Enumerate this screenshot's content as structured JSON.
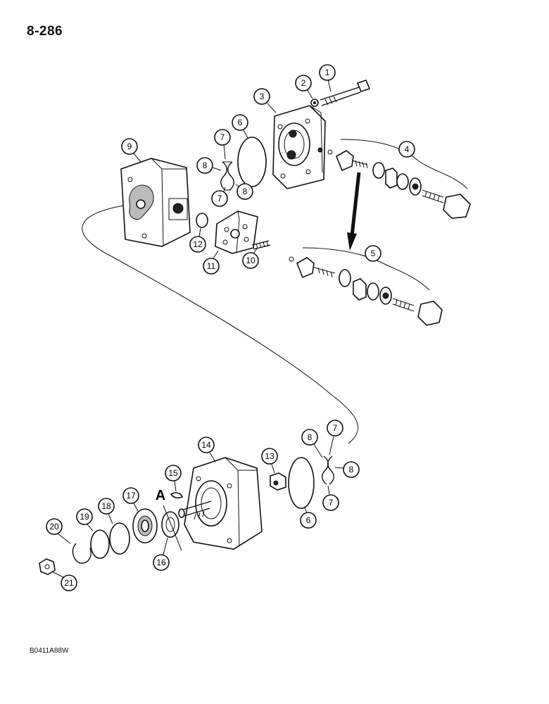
{
  "header": {
    "page_number": "8-286"
  },
  "footer": {
    "figure_code": "B0411A88W"
  },
  "view_letter": "A",
  "callouts": [
    "1",
    "2",
    "3",
    "4",
    "5",
    "6",
    "7",
    "7",
    "8",
    "8",
    "9",
    "10",
    "11",
    "12",
    "13",
    "14",
    "15",
    "16",
    "17",
    "18",
    "19",
    "20",
    "21",
    "8",
    "7",
    "8",
    "7",
    "6"
  ]
}
